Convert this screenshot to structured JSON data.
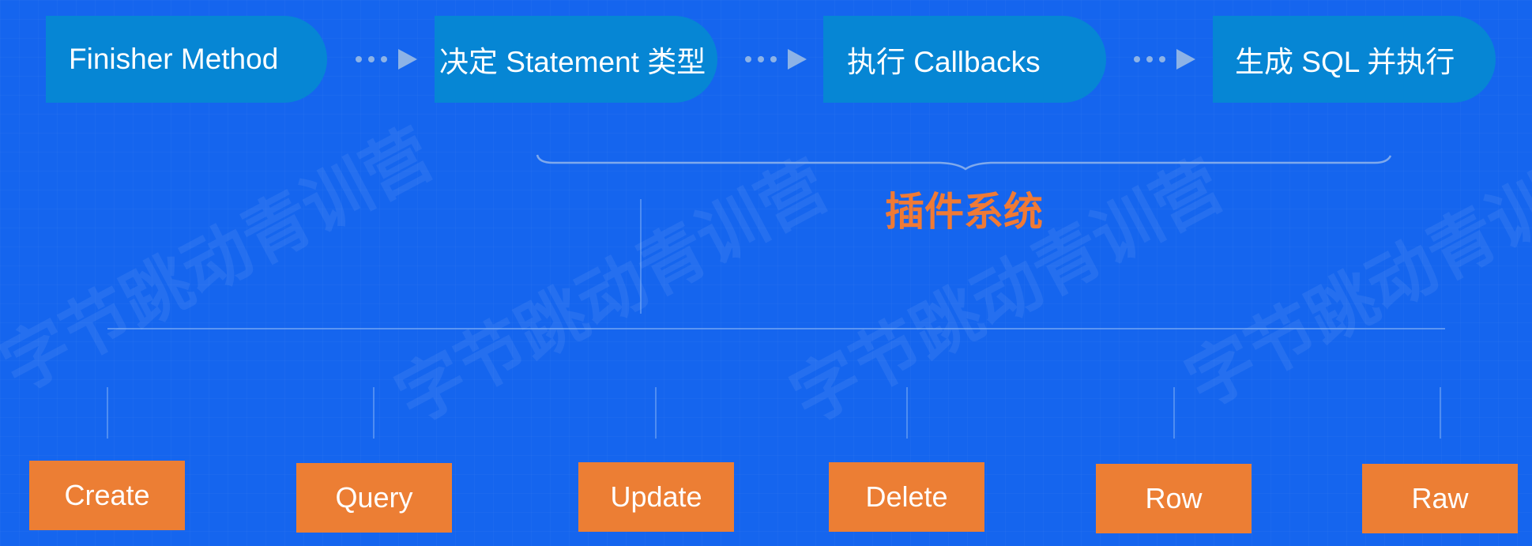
{
  "pipeline": {
    "stages": [
      {
        "label": "Finisher Method"
      },
      {
        "label": "决定 Statement 类型"
      },
      {
        "label": "执行 Callbacks"
      },
      {
        "label": "生成 SQL 并执行"
      }
    ]
  },
  "plugin_system": {
    "label": "插件系统"
  },
  "callbacks": [
    {
      "label": "Create"
    },
    {
      "label": "Query"
    },
    {
      "label": "Update"
    },
    {
      "label": "Delete"
    },
    {
      "label": "Row"
    },
    {
      "label": "Raw"
    }
  ],
  "watermark": {
    "text": "字节跳动青训营"
  },
  "colors": {
    "background": "#1565ee",
    "stage_fill": "#0686d4",
    "accent_orange": "#ec7e34",
    "plugin_text": "#f07a35",
    "arrow": "#8db3e6"
  }
}
